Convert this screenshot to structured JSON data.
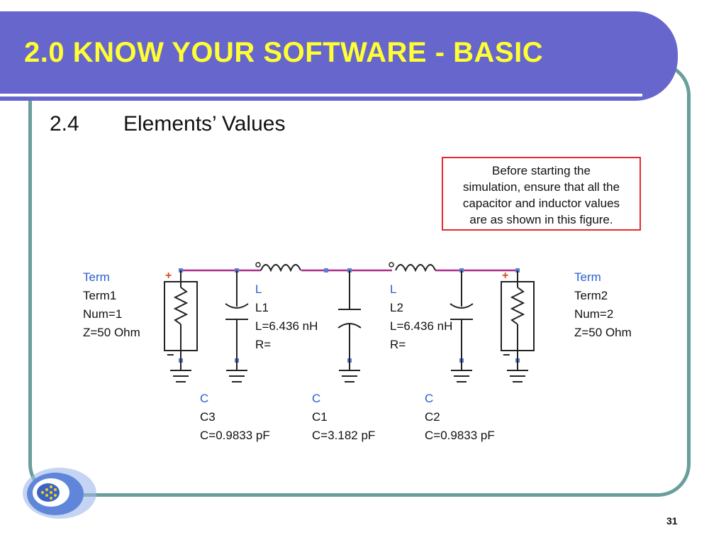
{
  "slide": {
    "title": "2.0   KNOW YOUR SOFTWARE - BASIC",
    "section_number": "2.4",
    "section_title": "Elements’ Values",
    "page_number": "31"
  },
  "note": {
    "lines": [
      "Before starting the",
      "simulation, ensure that all the",
      "capacitor and inductor values",
      "are as shown in this figure."
    ]
  },
  "components": {
    "term1": {
      "type": "Term",
      "name": "Term1",
      "num": "Num=1",
      "z": "Z=50 Ohm"
    },
    "term2": {
      "type": "Term",
      "name": "Term2",
      "num": "Num=2",
      "z": "Z=50 Ohm"
    },
    "l1": {
      "type": "L",
      "name": "L1",
      "value": "L=6.436 nH",
      "r": "R="
    },
    "l2": {
      "type": "L",
      "name": "L2",
      "value": "L=6.436 nH",
      "r": "R="
    },
    "c3": {
      "type": "C",
      "name": "C3",
      "value": "C=0.9833 pF"
    },
    "c1": {
      "type": "C",
      "name": "C1",
      "value": "C=3.182 pF"
    },
    "c2": {
      "type": "C",
      "name": "C2",
      "value": "C=0.9833 pF"
    }
  },
  "symbols": {
    "plus": "+",
    "minus": "−"
  },
  "colors": {
    "title_bar": "#6666cc",
    "title_text": "#ffff33",
    "frame": "#6a9e9a",
    "wire": "#aa2a8a",
    "component_label_heading": "#2a5fd0",
    "note_border": "#e8282c"
  }
}
